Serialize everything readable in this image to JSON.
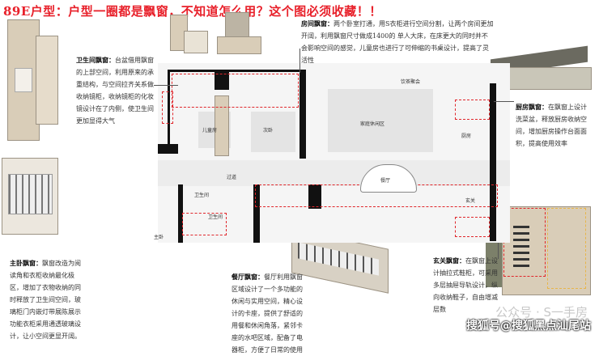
{
  "title": "89E户型：户型一圈都是飘窗，不知道怎么用？这个图必须收藏！！",
  "notes": {
    "bathroom": {
      "heading": "卫生间飘窗：",
      "body": "台盆借用飘窗的上部空间，利用原来的承重结构，与空间拉齐关系做收纳镜柜，收纳镜柜的化妆镜设计在了内侧，使卫生间更加显得大气"
    },
    "bedroom": {
      "heading": "房间飘窗：",
      "body": "两个卧室打通，用S衣柜进行空间分割，让两个房间更加开阔，利用飘窗尺寸做成1400的 单人大床，在床更大的同时并不会影响空间的感觉，儿童房也进行了可伸缩的书桌设计，提高了灵活性"
    },
    "kitchen": {
      "heading": "厨房飘窗：",
      "body": "在飘窗上设计洗菜盆，释放厨房收纳空间，增加厨房操作台面面积，提高使用效率"
    },
    "master": {
      "heading": "主卧飘窗：",
      "body": "飘窗改造为阅读角和衣柜收纳最化极区，增加了衣物收纳的同时释放了卫生间空间，玻璃柜门内嵌灯带展陈展示功能衣柜采用通透玻璃设计，让小空间更显开阔。"
    },
    "dining": {
      "heading": "餐厅飘窗：",
      "body": "餐厅利用飘窗区域设计了一个多功能的休闲与实用空间，精心设计的卡座，提供了舒适的用餐和休闲角落，紧邻卡座的水吧区域，配备了电器柜，方便了日常的使用"
    },
    "entrance": {
      "heading": "玄关飘窗：",
      "body": "在飘窗上设计抽拉式鞋柜，可采用多层抽屉导轨设计，纵向收纳鞋子，自由增减层数"
    }
  },
  "rooms": {
    "kids": "儿童房",
    "bedroom2": "次卧",
    "corridor": "过道",
    "bath1": "卫生间",
    "bath2": "卫生间",
    "master": "主卧",
    "living": "家庭休闲区",
    "dining": "餐厅",
    "tea": "饮茶聚会",
    "kitchen": "厨房",
    "entry": "玄关"
  },
  "watermark": {
    "line1": "公众号 · S一手房",
    "line2": "搜狐号@搜狐黑点汕尾站"
  },
  "colors": {
    "accent": "#e8202a",
    "dashed": "#e0262b"
  }
}
